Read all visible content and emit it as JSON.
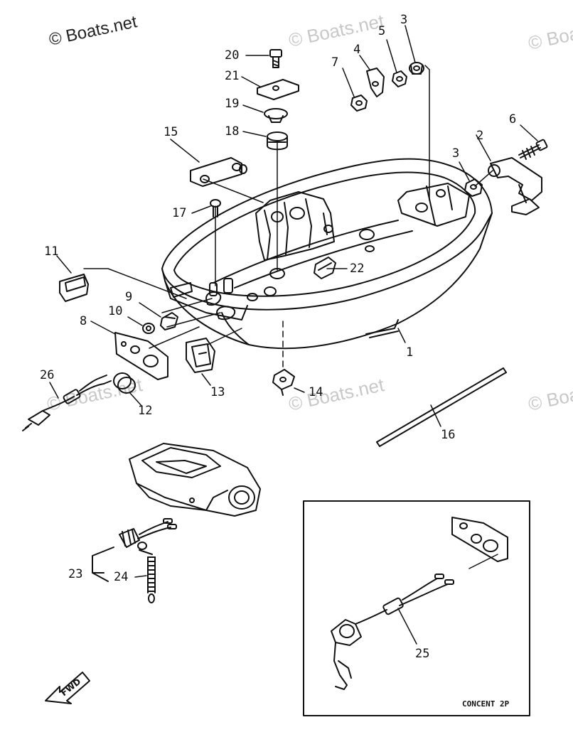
{
  "watermark": {
    "main": "© Boats.net",
    "faint": "© Boats.net"
  },
  "labels": {
    "p1": "1",
    "p2": "2",
    "p3a": "3",
    "p3b": "3",
    "p4": "4",
    "p5": "5",
    "p6": "6",
    "p7": "7",
    "p8": "8",
    "p9": "9",
    "p10": "10",
    "p11": "11",
    "p12": "12",
    "p13": "13",
    "p14": "14",
    "p15": "15",
    "p16": "16",
    "p17": "17",
    "p18": "18",
    "p19": "19",
    "p20": "20",
    "p21": "21",
    "p22": "22",
    "p23": "23",
    "p24": "24",
    "p25": "25",
    "p26": "26"
  },
  "inset": {
    "caption": "CONCENT 2P"
  },
  "direction": {
    "text": "FWD"
  }
}
